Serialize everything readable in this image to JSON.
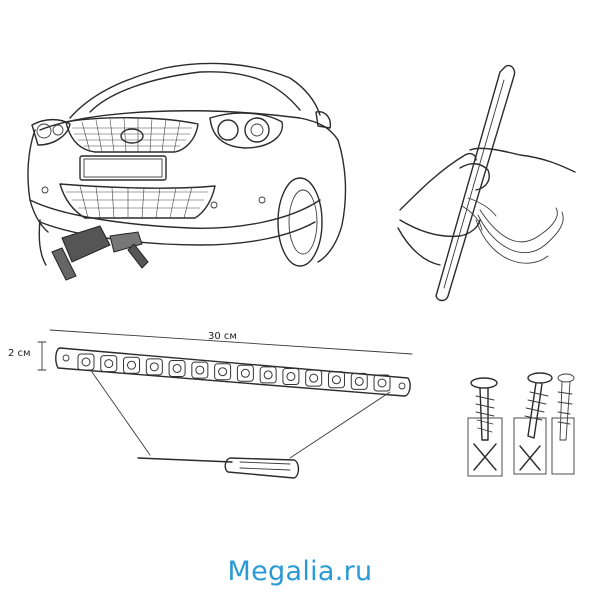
{
  "dimensions": {
    "length_label": "30 см",
    "height_label": "2 см"
  },
  "watermark": {
    "text": "Megalia.ru",
    "color": "#2a9ad6"
  },
  "strip": {
    "led_count": 14
  },
  "icons": [
    "car-front-illustration",
    "hand-holding-led-strip-illustration",
    "screwdriver-icon",
    "screw-icon"
  ]
}
